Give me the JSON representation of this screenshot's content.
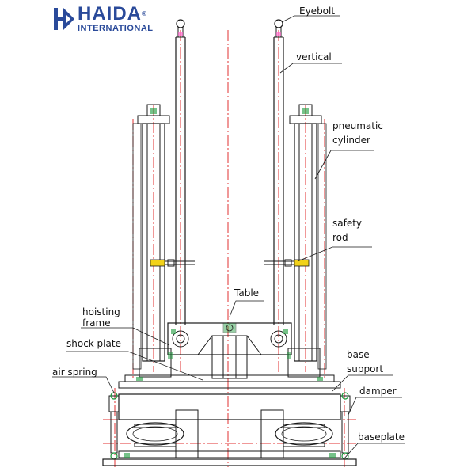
{
  "logo": {
    "main": "HAIDA",
    "sub": "INTERNATIONAL",
    "mark": "®"
  },
  "labels": {
    "eyebolt": "Eyebolt",
    "vertical": "vertical",
    "pneumatic_1": "pneumatic",
    "pneumatic_2": "cylinder",
    "safety_1": "safety",
    "safety_2": "rod",
    "table": "Table",
    "hoisting_1": "hoisting",
    "hoisting_2": "frame",
    "shock_plate": "shock plate",
    "base_support_1": "base",
    "base_support_2": "support",
    "air_spring": "air spring",
    "damper": "damper",
    "baseplate": "baseplate"
  },
  "colors": {
    "logo": "#2a4a9a",
    "line": "#1a1a1a",
    "centerline": "#e03030",
    "accent": "#1a9a3a",
    "safety": "#f2d21a"
  }
}
